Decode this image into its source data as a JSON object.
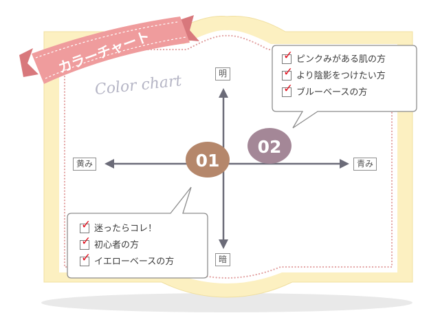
{
  "banner": {
    "title": "カラーチャート"
  },
  "subtitle": "Color chart",
  "axes": {
    "top": "明",
    "bottom": "暗",
    "left": "黄み",
    "right": "青み"
  },
  "markers": [
    {
      "label": "01",
      "color": "#b5876b"
    },
    {
      "label": "02",
      "color": "#a48797"
    }
  ],
  "bubble_01": {
    "items": [
      "迷ったらコレ！",
      "初心者の方",
      "イエローベースの方"
    ]
  },
  "bubble_02": {
    "items": [
      "ピンクみがある肌の方",
      "より陰影をつけたい方",
      "ブルーベースの方"
    ]
  },
  "colors": {
    "frame": "#fcf0c1",
    "dots": "#e2a0a0",
    "banner": "#ef9c9d",
    "axis": "#6b6b78",
    "check": "#e0101e"
  }
}
